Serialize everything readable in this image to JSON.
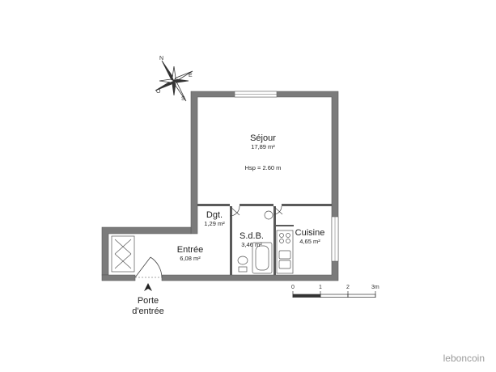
{
  "rooms": {
    "sejour": {
      "name": "Séjour",
      "area": "17,89 m²",
      "height": "Hsp = 2.60 m"
    },
    "dgt": {
      "name": "Dgt.",
      "area": "1,29 m²"
    },
    "sdb": {
      "name": "S.d.B.",
      "area": "3,46 m²"
    },
    "cuisine": {
      "name": "Cuisine",
      "area": "4,65 m²"
    },
    "entree": {
      "name": "Entrée",
      "area": "6,08 m²"
    }
  },
  "entrance": {
    "line1": "Porte",
    "line2": "d'entrée"
  },
  "scale": {
    "ticks": [
      "0",
      "1",
      "2",
      "3m"
    ]
  },
  "compass": {
    "north": "N",
    "east": "E",
    "south": "S",
    "west": "O"
  },
  "watermark": "leboncoin",
  "colors": {
    "wall": "#7a7a7a",
    "wall_edge": "#555555",
    "background": "#ffffff"
  }
}
